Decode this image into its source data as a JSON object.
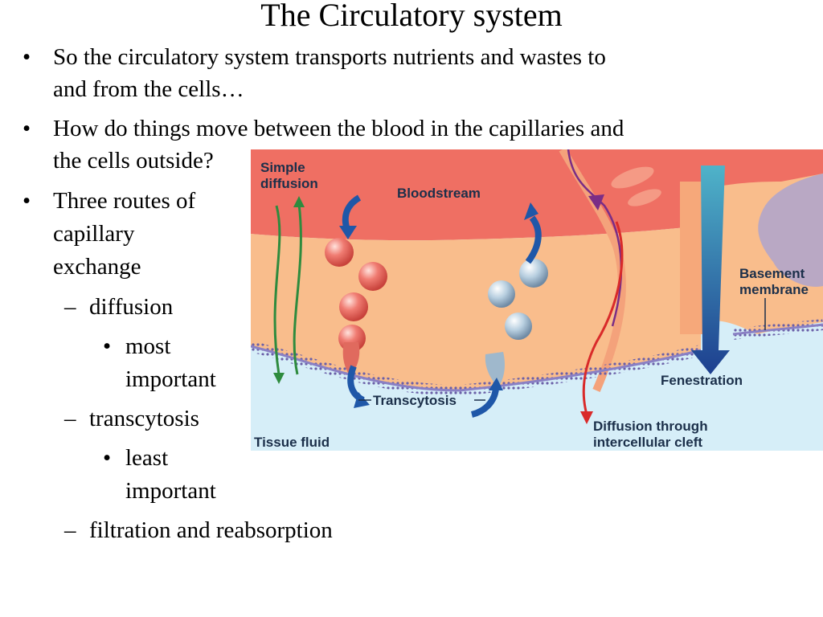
{
  "slide": {
    "title": "The Circulatory system",
    "bullets": [
      {
        "lines": [
          "So the circulatory system transports nutrients and wastes to",
          "and from the cells…"
        ]
      },
      {
        "lines": [
          "How do things move between the blood in the capillaries and",
          "the cells outside?"
        ]
      },
      {
        "lines": [
          "Three routes of",
          "capillary",
          "exchange"
        ],
        "sub": [
          {
            "text": "diffusion",
            "sub": [
              {
                "lines": [
                  "most",
                  "important"
                ]
              }
            ]
          },
          {
            "text": "transcytosis",
            "sub": [
              {
                "lines": [
                  "least",
                  "important"
                ]
              }
            ]
          },
          {
            "text": "filtration and reabsorption"
          }
        ]
      }
    ],
    "bullet_glyph": "•",
    "dash_glyph": "–"
  },
  "figure": {
    "labels": {
      "simple_diffusion": [
        "Simple",
        "diffusion"
      ],
      "bloodstream": "Bloodstream",
      "basement_membrane": [
        "Basement",
        "membrane"
      ],
      "fenestration": "Fenestration",
      "transcytosis": "Transcytosis",
      "diffusion_cleft": [
        "Diffusion through",
        "intercellular cleft"
      ],
      "tissue_fluid": "Tissue fluid"
    },
    "colors": {
      "bloodstream": "#ef6f63",
      "endothelium": "#f9bd8c",
      "tissue_fluid": "#d6eef8",
      "membrane": "#7d73b8",
      "arrow_blue": "#1f57a8",
      "arrow_green": "#2e8b3e",
      "arrow_red": "#d92a2a",
      "label_text": "#1b2f4a"
    }
  }
}
